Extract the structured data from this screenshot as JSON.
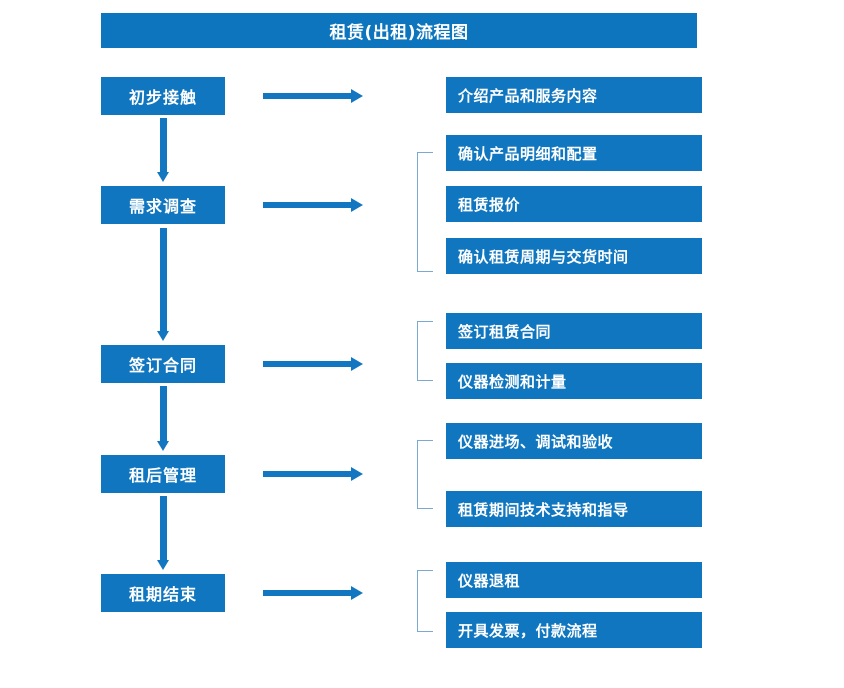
{
  "title": "租赁(出租)流程图",
  "colors": {
    "primary": "#0f76bf",
    "banner": "#0d75bd",
    "arrow": "#1277c0",
    "bracket": "#7aa9d2",
    "text": "#ffffff",
    "background": "#ffffff"
  },
  "stages": [
    {
      "label": "初步接触"
    },
    {
      "label": "需求调查"
    },
    {
      "label": "签订合同"
    },
    {
      "label": "租后管理"
    },
    {
      "label": "租期结束"
    }
  ],
  "details": [
    {
      "label": "介绍产品和服务内容"
    },
    {
      "label": "确认产品明细和配置"
    },
    {
      "label": "租赁报价"
    },
    {
      "label": "确认租赁周期与交货时间"
    },
    {
      "label": "签订租赁合同"
    },
    {
      "label": "仪器检测和计量"
    },
    {
      "label": "仪器进场、调试和验收"
    },
    {
      "label": "租赁期间技术支持和指导"
    },
    {
      "label": "仪器退租"
    },
    {
      "label": "开具发票，付款流程"
    }
  ],
  "icons": {
    "down_arrow": "down-arrow-icon",
    "right_arrow": "right-arrow-icon",
    "bracket": "group-bracket-icon"
  }
}
